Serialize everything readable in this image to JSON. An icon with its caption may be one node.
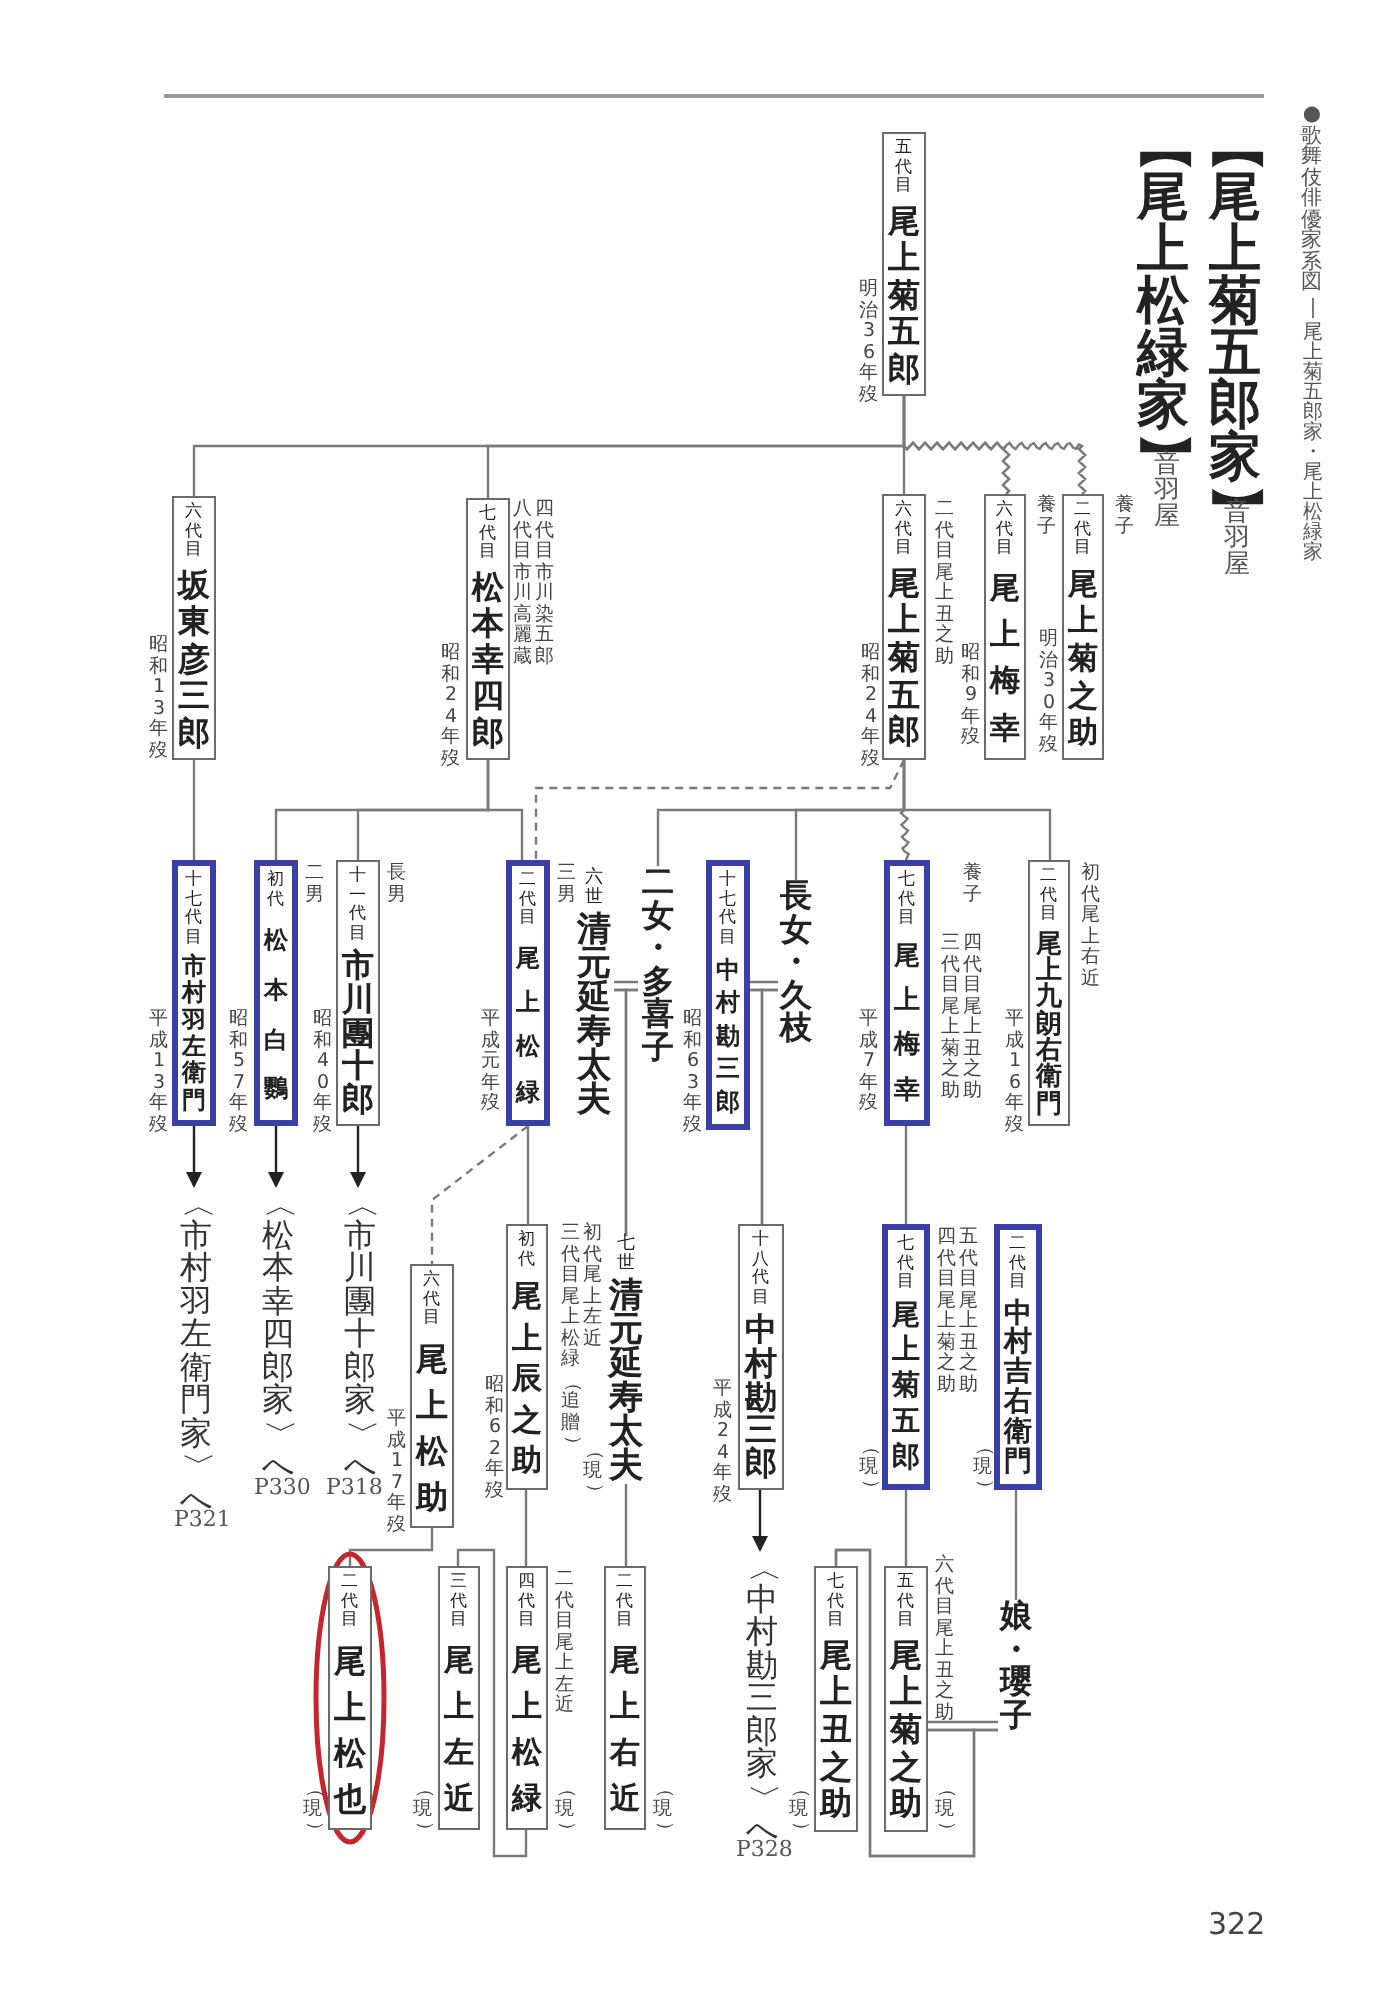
{
  "diagram": {
    "nodes": [
      {
        "text": [
          "五代目",
          "尾上菊五郎"
        ],
        "beside": [
          "明治36年歿"
        ]
      },
      {
        "text": [
          "六代目",
          "坂東彦三郎"
        ],
        "beside": [
          "昭和13年歿"
        ]
      },
      {
        "text": [
          "七代目",
          "松本幸四郎"
        ],
        "beside": [
          "四代目市川染五郎",
          "八代目市川高麗蔵",
          "昭和24年歿"
        ]
      },
      {
        "text": [
          "六代目",
          "尾上菊五郎"
        ],
        "beside": [
          "二代目尾上丑之助",
          "昭和24年歿"
        ]
      },
      {
        "text": [
          "六代目",
          "尾上梅幸"
        ],
        "beside": [
          "養子",
          "昭和9年歿"
        ]
      },
      {
        "text": [
          "二代目",
          "尾上菊之助"
        ],
        "beside": [
          "養子",
          "明治30年歿"
        ]
      },
      {
        "text": [
          "十七代目",
          "市村羽左衛門"
        ],
        "beside": [
          "平成13年歿"
        ]
      },
      {
        "text": [
          "初代",
          "松本白鸚"
        ],
        "beside": [
          "二男",
          "昭和57年歿"
        ]
      },
      {
        "text": [
          "十一代目",
          "市川團十郎"
        ],
        "beside": [
          "長男",
          "昭和40年歿"
        ]
      },
      {
        "text": [
          "二代目",
          "尾上松緑"
        ],
        "beside": [
          "三男",
          "平成元年歿"
        ]
      },
      {
        "text": [
          "六世",
          "清元延寿太夫"
        ]
      },
      {
        "text": [
          "二女・多喜子"
        ]
      },
      {
        "text": [
          "十七代目",
          "中村勘三郎"
        ],
        "beside": [
          "昭和63年歿"
        ]
      },
      {
        "text": [
          "長女・久枝"
        ]
      },
      {
        "text": [
          "七代目",
          "尾上梅幸"
        ],
        "beside": [
          "養子",
          "四代目尾上丑之助",
          "三代目尾上菊之助",
          "平成7年歿"
        ]
      },
      {
        "text": [
          "二代目",
          "尾上九朗右衛門"
        ],
        "beside": [
          "初代尾上右近",
          "平成16年歿"
        ]
      },
      {
        "text": [
          "〈市村羽左衛門家〉へ"
        ],
        "beside": [
          "P321"
        ]
      },
      {
        "text": [
          "〈松本幸四郎家〉へ"
        ],
        "beside": [
          "P330"
        ]
      },
      {
        "text": [
          "〈市川團十郎家〉へ"
        ],
        "beside": [
          "P318"
        ]
      },
      {
        "text": [
          "六代目",
          "尾上松助"
        ],
        "beside": [
          "平成17年歿"
        ]
      },
      {
        "text": [
          "初代",
          "尾上辰之助"
        ],
        "beside": [
          "初代尾上左近",
          "三代目尾上松緑（追贈）",
          "昭和62年歿"
        ]
      },
      {
        "text": [
          "七世",
          "清元延寿太夫"
        ],
        "beside": [
          "（現）"
        ]
      },
      {
        "text": [
          "十八代目",
          "中村勘三郎"
        ],
        "beside": [
          "平成24年歿"
        ]
      },
      {
        "text": [
          "〈中村勘三郎家〉へ"
        ],
        "beside": [
          "P328"
        ]
      },
      {
        "text": [
          "七代目",
          "尾上菊五郎"
        ],
        "beside": [
          "五代目尾上丑之助",
          "四代目尾上菊之助",
          "（現）"
        ]
      },
      {
        "text": [
          "二代目",
          "中村吉右衛門"
        ],
        "beside": [
          "（現）"
        ]
      },
      {
        "text": [
          "二代目",
          "尾上松也"
        ],
        "beside": [
          "（現）"
        ]
      },
      {
        "text": [
          "三代目",
          "尾上左近"
        ],
        "beside": [
          "（現）"
        ]
      },
      {
        "text": [
          "四代目",
          "尾上松緑"
        ],
        "beside": [
          "二代目尾上左近",
          "（現）"
        ]
      },
      {
        "text": [
          "二代目",
          "尾上右近"
        ],
        "beside": [
          "（現）"
        ]
      },
      {
        "text": [
          "七代目",
          "尾上丑之助"
        ],
        "beside": [
          "（現）"
        ]
      },
      {
        "text": [
          "五代目",
          "尾上菊之助"
        ],
        "beside": [
          "六代目尾上丑之助",
          "（現）"
        ]
      },
      {
        "text": [
          "娘・瓔子"
        ]
      }
    ],
    "edges": [
      {
        "from": 0,
        "to": 1,
        "arrow": "none"
      },
      {
        "from": 0,
        "to": 2,
        "arrow": "none"
      },
      {
        "from": 0,
        "to": 3,
        "arrow": "none"
      },
      {
        "from": 0,
        "to": 4,
        "arrow": "none"
      },
      {
        "from": 0,
        "to": 5,
        "arrow": "none"
      },
      {
        "from": 1,
        "to": 6,
        "arrow": "none"
      },
      {
        "from": 2,
        "to": 7,
        "arrow": "none"
      },
      {
        "from": 2,
        "to": 8,
        "arrow": "none"
      },
      {
        "from": 2,
        "to": 9,
        "arrow": "none"
      },
      {
        "from": 3,
        "to": 9,
        "arrow": "none",
        "style": "dashed"
      },
      {
        "from": 3,
        "to": 11,
        "arrow": "none"
      },
      {
        "from": 3,
        "to": 13,
        "arrow": "none"
      },
      {
        "from": 3,
        "to": 14,
        "arrow": "none"
      },
      {
        "from": 3,
        "to": 15,
        "arrow": "none"
      },
      {
        "from": 10,
        "to": 11,
        "arrow": "none"
      },
      {
        "from": 10,
        "to": 21,
        "arrow": "none"
      },
      {
        "from": 11,
        "to": 21,
        "arrow": "none"
      },
      {
        "from": 12,
        "to": 13,
        "arrow": "none"
      },
      {
        "from": 12,
        "to": 22,
        "arrow": "none"
      },
      {
        "from": 13,
        "to": 22,
        "arrow": "none"
      },
      {
        "from": 6,
        "to": 16,
        "arrow": "to"
      },
      {
        "from": 7,
        "to": 17,
        "arrow": "to"
      },
      {
        "from": 8,
        "to": 18,
        "arrow": "to"
      },
      {
        "from": 9,
        "to": 19,
        "arrow": "none",
        "style": "dashed"
      },
      {
        "from": 9,
        "to": 20,
        "arrow": "none"
      },
      {
        "from": 22,
        "to": 23,
        "arrow": "to"
      },
      {
        "from": 14,
        "to": 24,
        "arrow": "none"
      },
      {
        "from": 25,
        "to": 32,
        "arrow": "none"
      },
      {
        "from": 19,
        "to": 26,
        "arrow": "none"
      },
      {
        "from": 20,
        "to": 28,
        "arrow": "none"
      },
      {
        "from": 28,
        "to": 27,
        "arrow": "none"
      },
      {
        "from": 21,
        "to": 29,
        "arrow": "none"
      },
      {
        "from": 24,
        "to": 31,
        "arrow": "none"
      },
      {
        "from": 31,
        "to": 32,
        "arrow": "none"
      },
      {
        "from": 31,
        "to": 30,
        "arrow": "none"
      },
      {
        "from": 32,
        "to": 30,
        "arrow": "none"
      }
    ],
    "labels": [
      "●歌舞伎俳優家系図",
      "尾上菊五郎家・尾上松緑家",
      "【尾上菊五郎家】",
      "音羽屋",
      "【尾上松緑家】",
      "音羽屋",
      "322"
    ]
  }
}
